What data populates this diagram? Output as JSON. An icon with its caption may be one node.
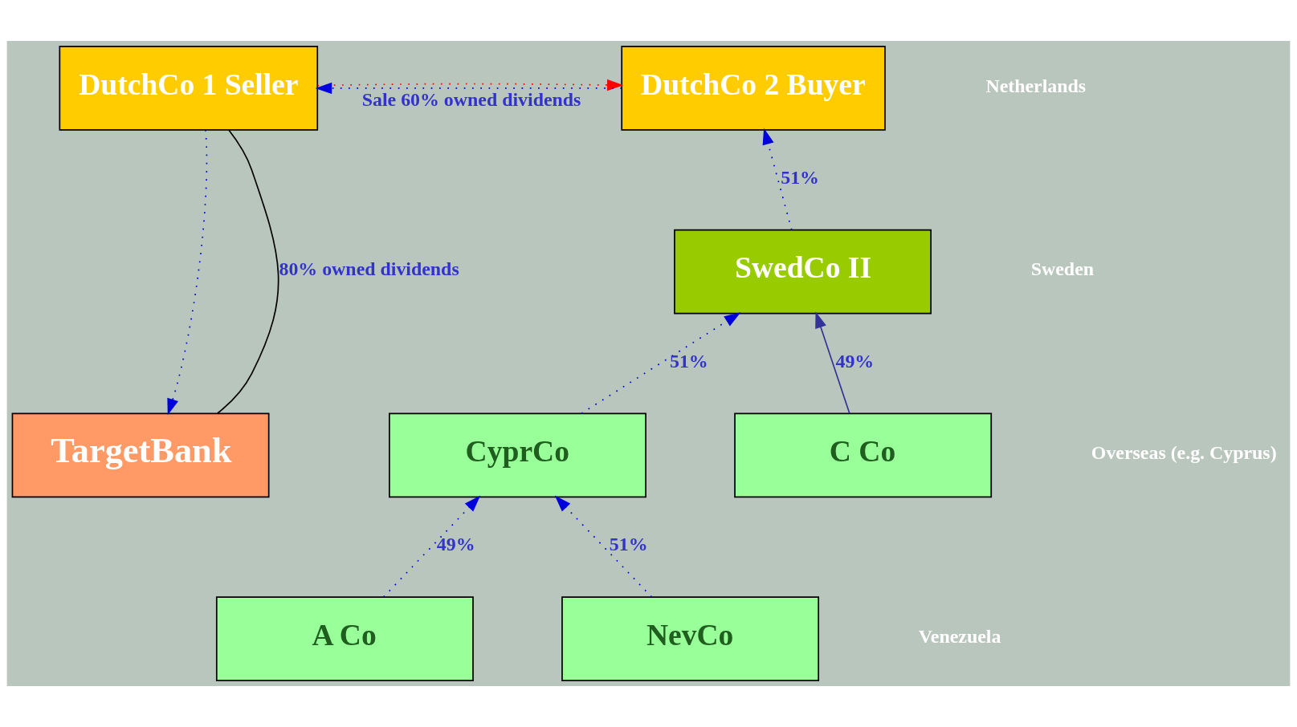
{
  "diagram": {
    "nodes": [
      {
        "text": [
          "DutchCo 1 Seller"
        ]
      },
      {
        "text": [
          "DutchCo 2 Buyer"
        ]
      },
      {
        "text": [
          "SwedCo II"
        ]
      },
      {
        "text": [
          "CyprCo"
        ]
      },
      {
        "text": [
          "TargetBank"
        ]
      },
      {
        "text": [
          "C Co"
        ]
      },
      {
        "text": [
          "A Co"
        ]
      },
      {
        "text": [
          "NevCo"
        ]
      }
    ],
    "edges": [
      {
        "from": 1,
        "to": 0,
        "arrow": "to",
        "label": "Sale 60% owned dividends",
        "style": "dashed"
      },
      {
        "from": 0,
        "to": 1,
        "arrow": "to",
        "style": "dashed",
        "color": "#ff0000"
      },
      {
        "from": 2,
        "to": 1,
        "arrow": "to",
        "label": "51%",
        "style": "dashed"
      },
      {
        "from": 3,
        "to": 2,
        "arrow": "to",
        "label": "51%",
        "style": "dashed"
      },
      {
        "from": 5,
        "to": 2,
        "arrow": "to",
        "label": "49%",
        "color": "#333399"
      },
      {
        "from": 0,
        "to": 4,
        "arrow": "none",
        "label": "80% owned dividends",
        "color": "#000000"
      },
      {
        "from": 0,
        "to": 4,
        "arrow": "to",
        "style": "dashed"
      },
      {
        "from": 6,
        "to": 3,
        "arrow": "to",
        "label": "49%",
        "style": "dashed"
      },
      {
        "from": 7,
        "to": 3,
        "arrow": "to",
        "label": "51%",
        "style": "dashed"
      }
    ],
    "labels": [
      "Netherlands",
      "Sweden",
      "Overseas (e.g. Cyprus)",
      "Venezuela"
    ]
  }
}
